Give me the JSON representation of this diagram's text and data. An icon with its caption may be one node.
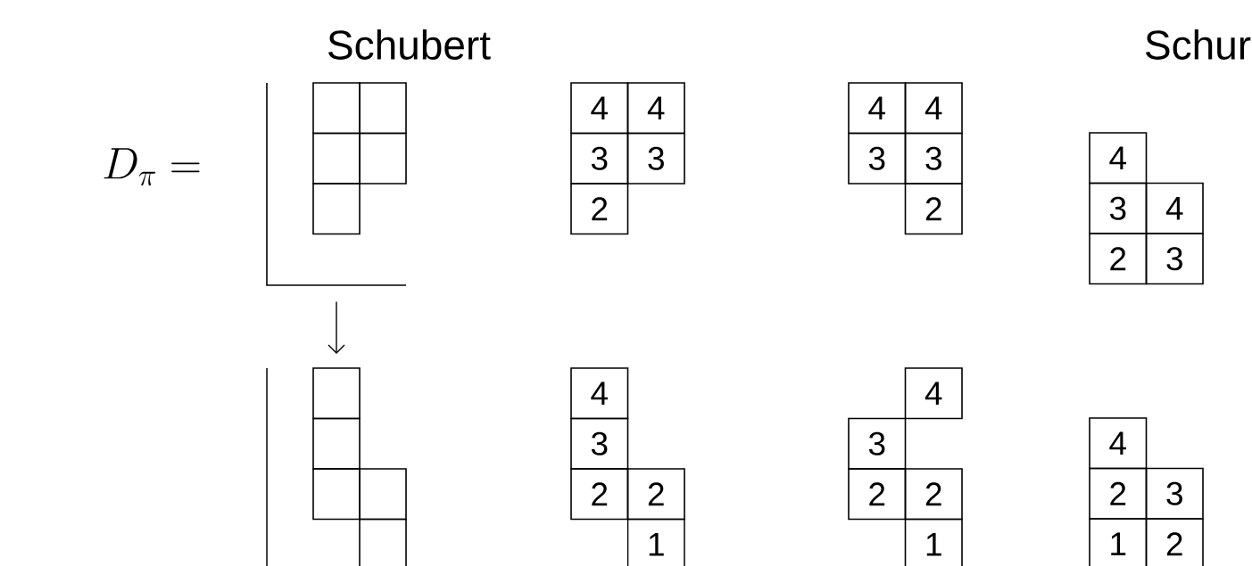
{
  "diagram": {
    "nodes": [
      {
        "text": [],
        "shape": "box"
      },
      {
        "text": [],
        "shape": "box"
      },
      {
        "text": [],
        "shape": "box"
      },
      {
        "text": [],
        "shape": "box"
      },
      {
        "text": [],
        "shape": "box"
      },
      {
        "text": [
          "4"
        ]
      },
      {
        "text": [
          "4"
        ]
      },
      {
        "text": [
          "3"
        ]
      },
      {
        "text": [
          "3"
        ]
      },
      {
        "text": [
          "2"
        ]
      },
      {
        "text": [
          "4"
        ]
      },
      {
        "text": [
          "4"
        ]
      },
      {
        "text": [
          "3"
        ]
      },
      {
        "text": [
          "3"
        ]
      },
      {
        "text": [
          "2"
        ]
      },
      {
        "text": [
          "4"
        ]
      },
      {
        "text": [
          "3"
        ]
      },
      {
        "text": [
          "4"
        ]
      },
      {
        "text": [
          "2"
        ]
      },
      {
        "text": [
          "3"
        ]
      },
      {
        "text": [],
        "shape": "box"
      },
      {
        "text": [],
        "shape": "box"
      },
      {
        "text": [],
        "shape": "box"
      },
      {
        "text": [],
        "shape": "box"
      },
      {
        "text": [],
        "shape": "box"
      },
      {
        "text": [
          "4"
        ]
      },
      {
        "text": [
          "3"
        ]
      },
      {
        "text": [
          "2"
        ]
      },
      {
        "text": [
          "2"
        ]
      },
      {
        "text": [
          "1"
        ]
      },
      {
        "text": [
          "4"
        ]
      },
      {
        "text": [
          "3"
        ]
      },
      {
        "text": [
          "2"
        ]
      },
      {
        "text": [
          "2"
        ]
      },
      {
        "text": [
          "1"
        ]
      },
      {
        "text": [
          "4"
        ]
      },
      {
        "text": [
          "2"
        ]
      },
      {
        "text": [
          "3"
        ]
      },
      {
        "text": [
          "1"
        ]
      },
      {
        "text": [
          "2"
        ]
      }
    ],
    "edges": [
      {
        "from": 4,
        "to": 20,
        "arrow": "to"
      }
    ],
    "labels": [
      "Schubert",
      "Schur",
      "D_\\pi ="
    ]
  }
}
